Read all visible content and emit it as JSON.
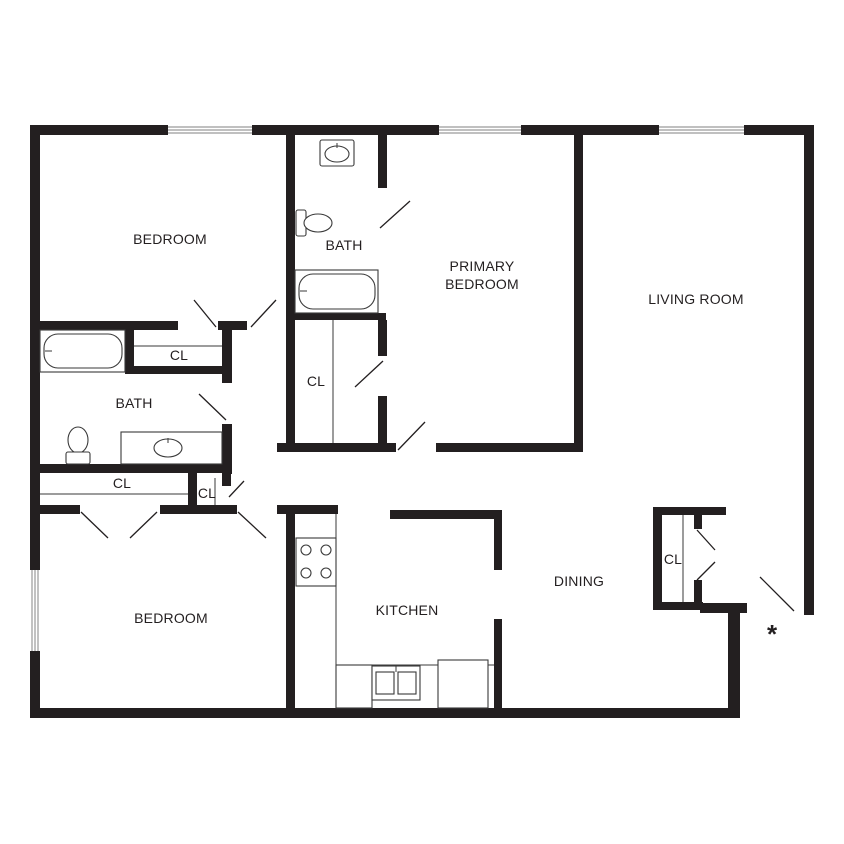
{
  "rooms": {
    "bedroom_top": "BEDROOM",
    "bath_left": "BATH",
    "bath_center": "BATH",
    "primary_bedroom_line1": "PRIMARY",
    "primary_bedroom_line2": "BEDROOM",
    "living_room": "LIVING ROOM",
    "bedroom_bottom": "BEDROOM",
    "kitchen": "KITCHEN",
    "dining": "DINING"
  },
  "closets": {
    "cl_upper_left": "CL",
    "cl_center": "CL",
    "cl_hall": "CL",
    "cl_small": "CL",
    "cl_right": "CL"
  },
  "markers": {
    "entry": "*"
  },
  "colors": {
    "wall": "#231f20",
    "window": "#9a9a9a",
    "background": "#ffffff"
  }
}
